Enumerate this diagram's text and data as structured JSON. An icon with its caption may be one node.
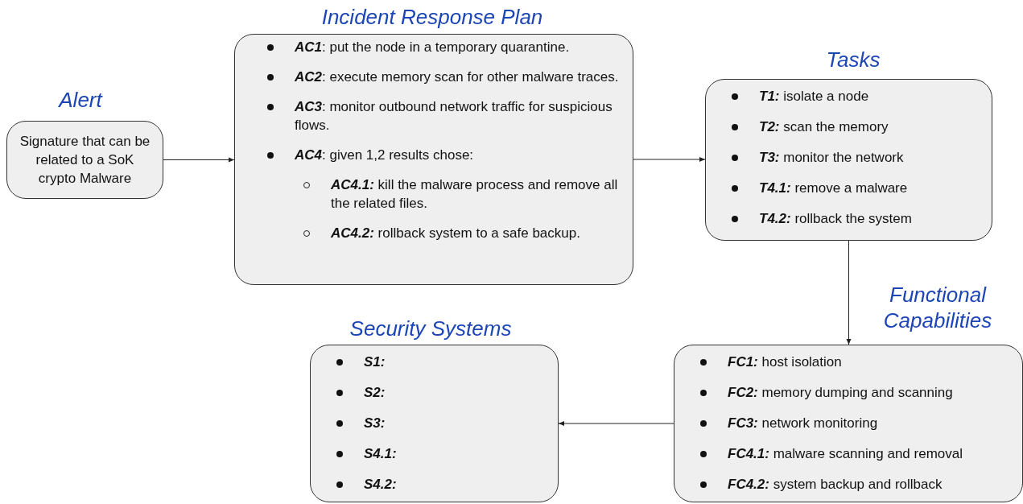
{
  "diagram": {
    "nodes": [
      {
        "text": [
          "Alert",
          "Signature that can be related to a SoK crypto Malware"
        ]
      },
      {
        "text": [
          "Incident Response Plan",
          "**AC1**: put the node in a temporary quarantine.",
          "**AC2**: execute memory scan for other malware traces.",
          "**AC3**: monitor outbound network traffic for suspicious flows.",
          "**AC4**: given 1,2 results chose:",
          "**AC4.1:** kill the malware process and remove all the related files.",
          "**AC4.2:** rollback system to a safe backup."
        ]
      },
      {
        "text": [
          "Tasks",
          "**T1:** isolate a node",
          "**T2:** scan the memory",
          "**T3:** monitor the network",
          "**T4.1:** remove a malware",
          "**T4.2:** rollback the system"
        ]
      },
      {
        "text": [
          "Functional Capabilities",
          "**FC1:** host isolation",
          "**FC2:** memory dumping and scanning",
          "**FC3:** network monitoring",
          "**FC4.1:** malware scanning and removal",
          "**FC4.2:** system backup and rollback"
        ]
      },
      {
        "text": [
          "Security Systems",
          "**S1:**",
          "**S2:**",
          "**S3:**",
          "**S4.1:**",
          "**S4.2:**"
        ]
      }
    ],
    "edges": [
      {
        "from": 0,
        "to": 1,
        "arrow": "to"
      },
      {
        "from": 1,
        "to": 2,
        "arrow": "to"
      },
      {
        "from": 2,
        "to": 3,
        "arrow": "to"
      },
      {
        "from": 3,
        "to": 4,
        "arrow": "to"
      }
    ]
  }
}
